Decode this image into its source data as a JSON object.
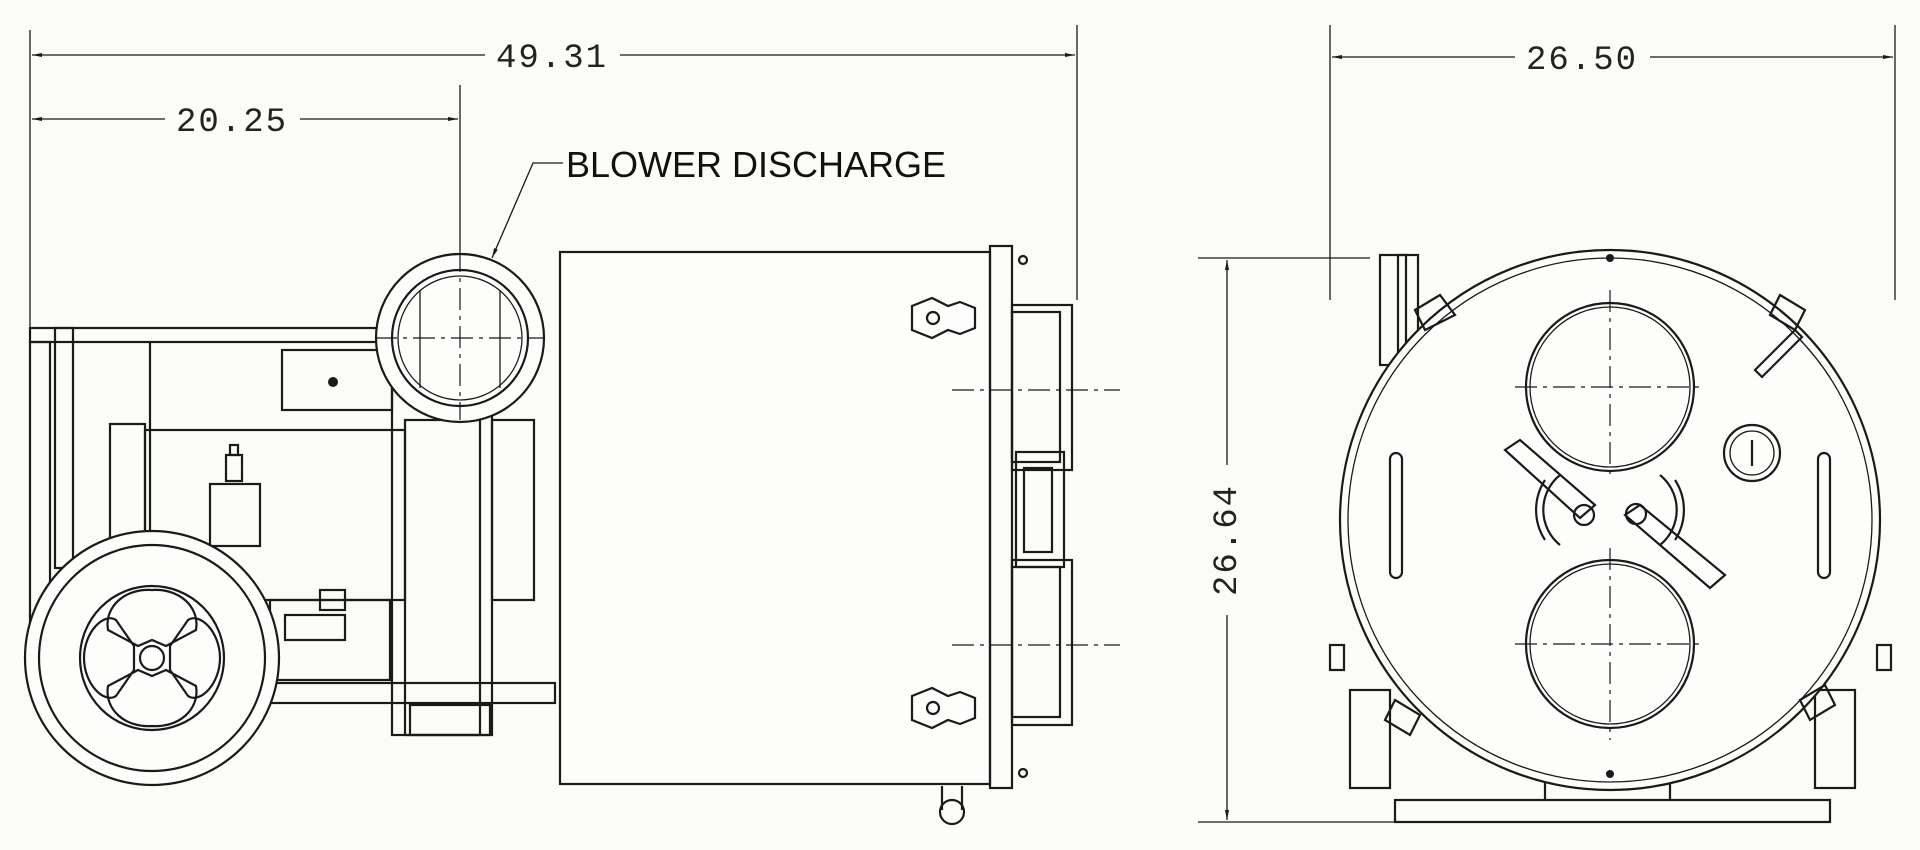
{
  "dimensions": {
    "overall_length": "49.31",
    "to_discharge": "20.25",
    "width": "26.50",
    "height": "26.64"
  },
  "callouts": {
    "blower_discharge": "BLOWER DISCHARGE"
  },
  "colors": {
    "paper": "#fbfbf8",
    "ink": "#1a1a1a"
  }
}
